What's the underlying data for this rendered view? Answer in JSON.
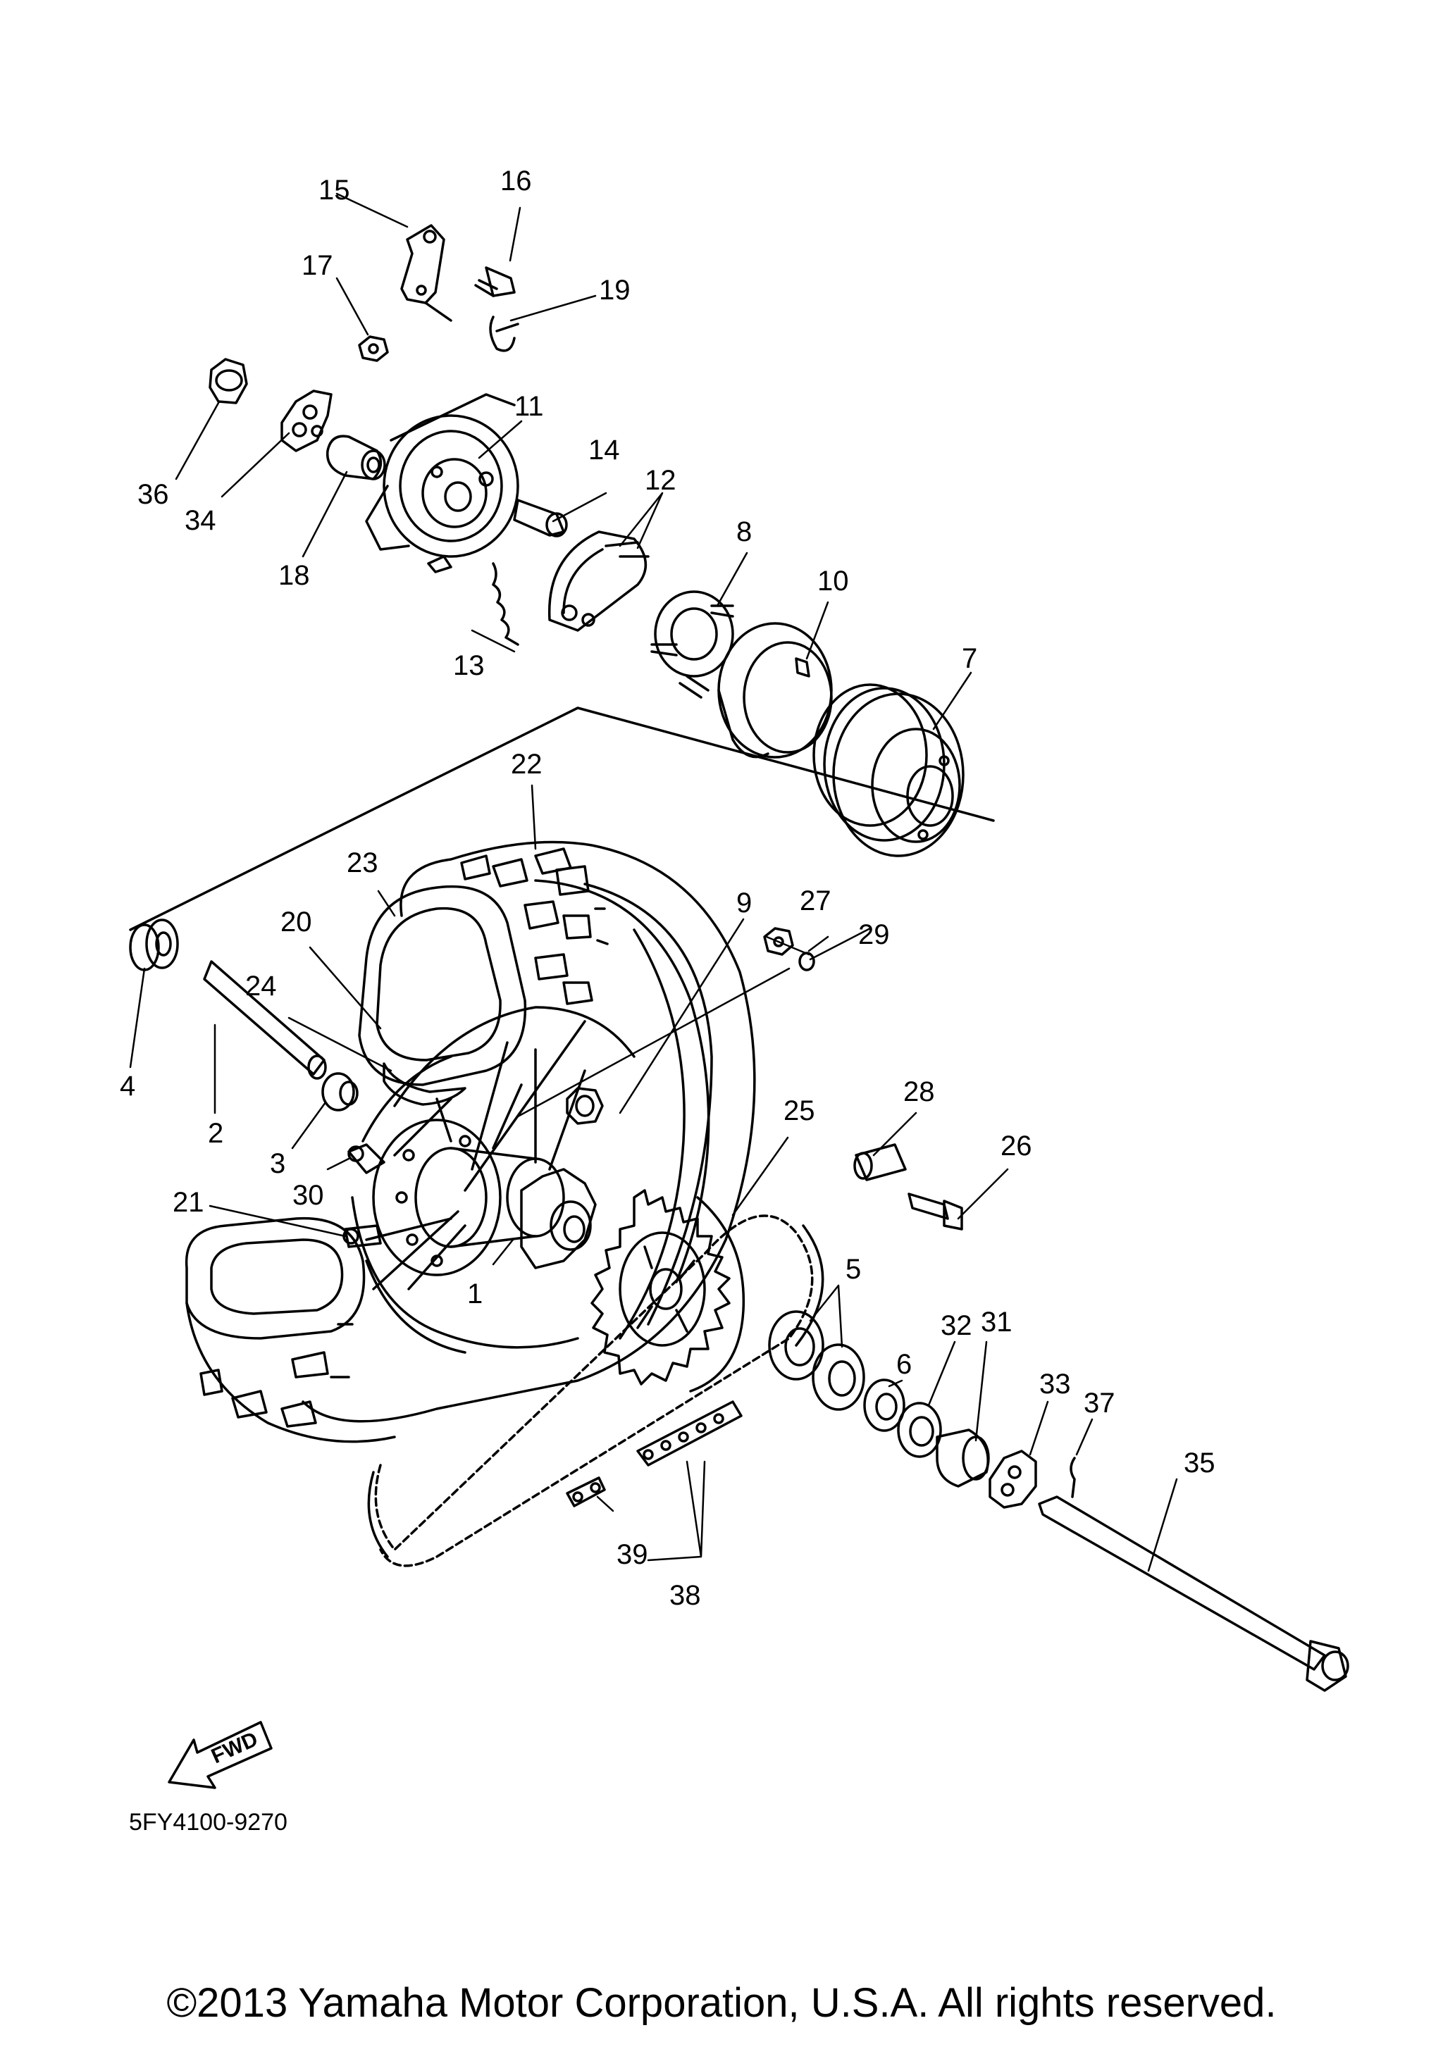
{
  "diagram": {
    "part_code": "5FY4100-9270",
    "fwd_label": "FWD",
    "copyright": "©2013 Yamaha Motor Corporation, U.S.A. All rights reserved.",
    "callouts": [
      "1",
      "2",
      "3",
      "4",
      "5",
      "6",
      "7",
      "8",
      "9",
      "10",
      "11",
      "12",
      "13",
      "14",
      "15",
      "16",
      "17",
      "18",
      "19",
      "20",
      "21",
      "22",
      "23",
      "24",
      "25",
      "26",
      "27",
      "28",
      "29",
      "30",
      "31",
      "32",
      "33",
      "34",
      "35",
      "36",
      "37",
      "38",
      "39"
    ]
  }
}
